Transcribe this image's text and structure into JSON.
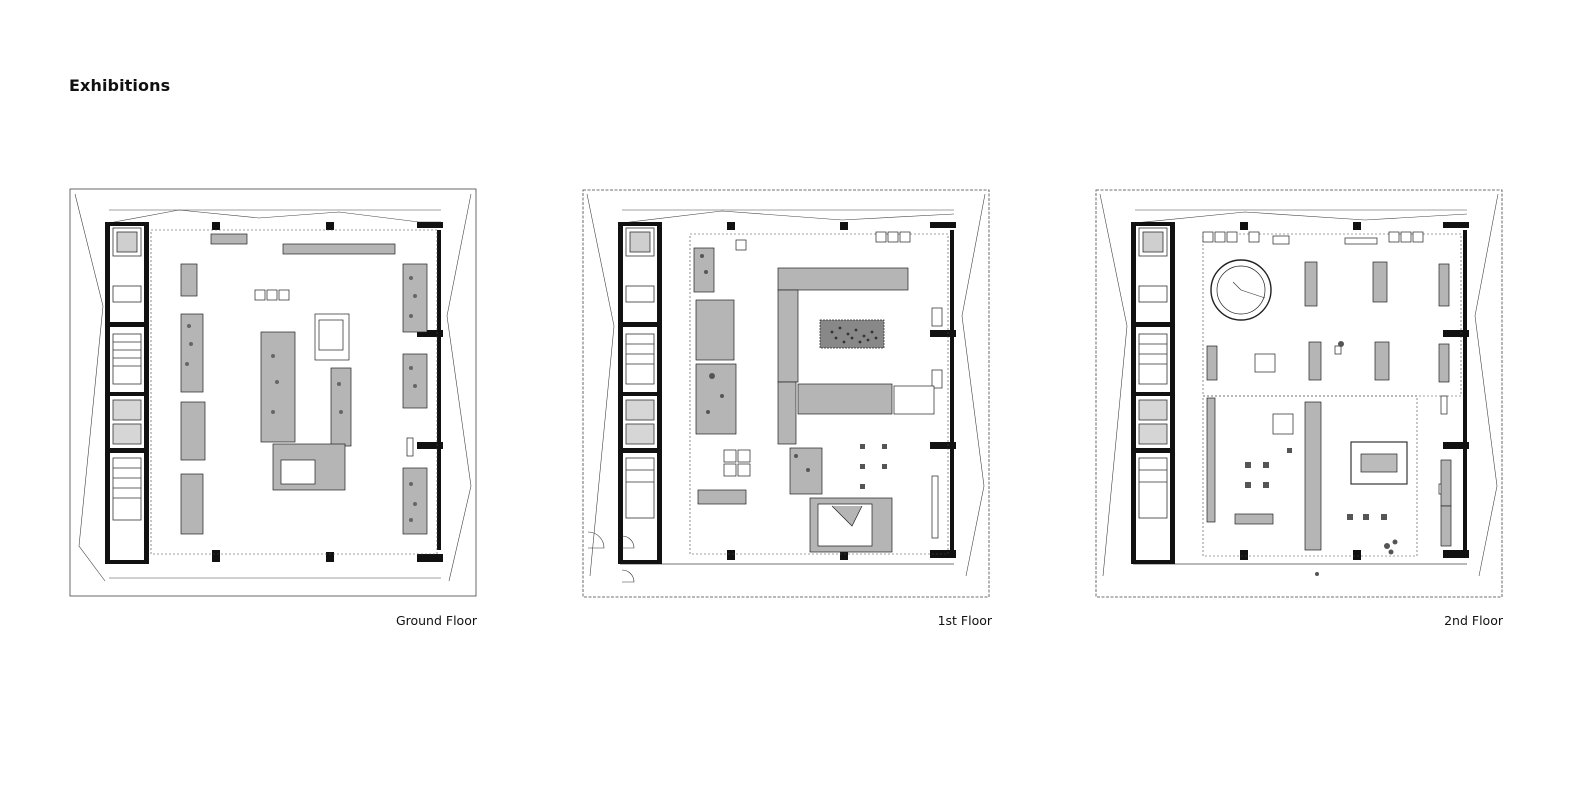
{
  "page": {
    "title": "Exhibitions"
  },
  "plans": [
    {
      "id": "ground",
      "caption": "Ground Floor"
    },
    {
      "id": "first",
      "caption": "1st Floor"
    },
    {
      "id": "second",
      "caption": "2nd Floor"
    }
  ],
  "colors": {
    "wall": "#111111",
    "line": "#444444",
    "fixture": "#b5b5b5",
    "background": "#ffffff"
  }
}
